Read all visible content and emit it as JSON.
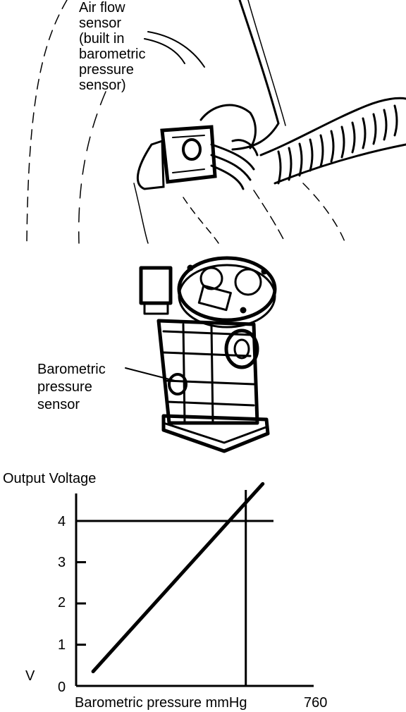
{
  "labels": {
    "air_flow_sensor": [
      "Air flow",
      "sensor",
      "(built in",
      "barometric",
      "pressure",
      "sensor)"
    ],
    "barometric_sensor": [
      "Barometric",
      "pressure",
      "sensor"
    ]
  },
  "chart_data": {
    "type": "line",
    "title": "",
    "ylabel": "Output Voltage",
    "yunit": "V",
    "xlabel": "Barometric pressure mmHg",
    "x_ticks": [
      "760"
    ],
    "y_ticks": [
      "0",
      "1",
      "2",
      "3",
      "4"
    ],
    "ylim": [
      0,
      4.5
    ],
    "series": [
      {
        "x": [
          0.1,
          1.1
        ],
        "y": [
          0.35,
          4.9
        ]
      }
    ],
    "reference": {
      "x": 1.0,
      "y": 4
    },
    "xlim": [
      0,
      1.4
    ]
  },
  "colors": {
    "ink": "#000000",
    "paper": "#ffffff"
  }
}
